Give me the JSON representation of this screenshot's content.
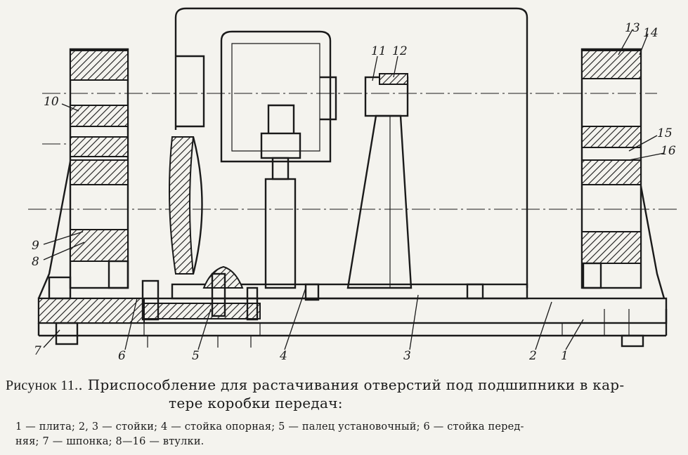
{
  "figure": {
    "callouts": [
      "1",
      "2",
      "3",
      "4",
      "5",
      "6",
      "7",
      "8",
      "9",
      "10",
      "11",
      "12",
      "13",
      "14",
      "15",
      "16"
    ],
    "caption_label": "Рисунок 11.",
    "caption_text_line1": ". Приспособление для растачивания отверстий под подшипники в кар-",
    "caption_text_line2": "тере коробки передач:",
    "legend_line1": "1 — плита; 2, 3 — стойки; 4 — стойка опорная; 5 — палец установочный; 6 — стойка перед-",
    "legend_line2": "няя; 7 — шпонка; 8—16 — втулки."
  }
}
